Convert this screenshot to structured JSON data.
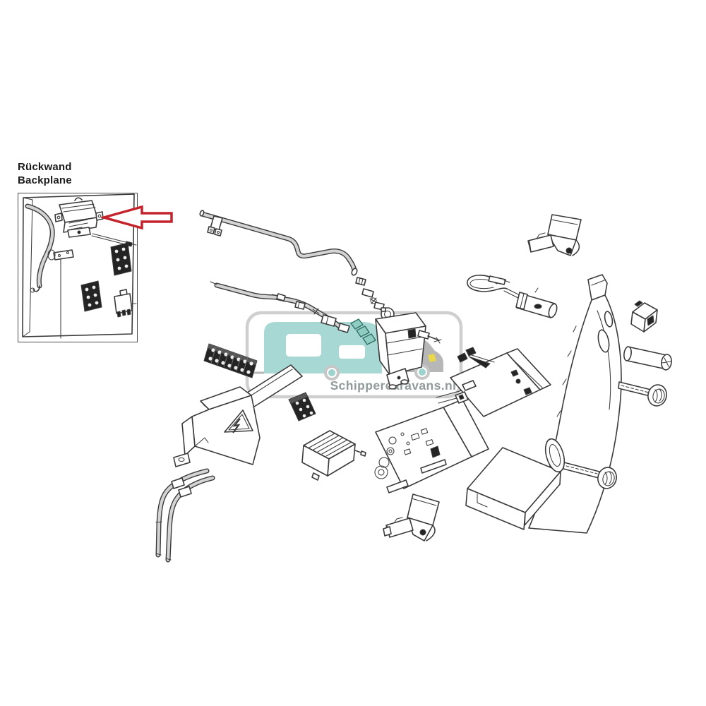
{
  "header": {
    "label_line1": "Rückwand",
    "label_line2": "Backplane"
  },
  "watermark": {
    "text": "Schippercaravans.nl"
  },
  "colors": {
    "background": "#ffffff",
    "line_art": "#3b3b3b",
    "arrow_red": "#c4232b",
    "watermark_frame": "#cfcfcf",
    "watermark_teal": "#a8d8d3",
    "watermark_gray": "#b7b7b7",
    "watermark_text": "#919a9a",
    "window_yellow": "#e9d84b",
    "terminal_dark": "#1f1f1f"
  },
  "parts": {
    "inset": [
      "backplane-panel",
      "gas-pipe",
      "igniter-box",
      "pipe-bracket",
      "capillary-rod",
      "terminal-block-upper",
      "terminal-block-lower",
      "relay"
    ],
    "exploded": [
      "upper-gas-pipe",
      "pipe-clamp",
      "compression-fittings",
      "lower-gas-pipe",
      "gas-valve",
      "valve-clamp-ring",
      "thermocouple-needle",
      "mounting-plate",
      "retainer-clip-upper",
      "ignition-cable",
      "control-fascia",
      "fascia-tab",
      "housing-base-box",
      "switch-block",
      "spacer-sleeve",
      "screw-upper",
      "screw-lower",
      "grommet",
      "terminal-strip",
      "warning-cover",
      "warning-triangle-icon",
      "terminal-block-small",
      "relay-box",
      "circuit-board",
      "board-bracket",
      "retainer-clip-lower",
      "wire-pair"
    ]
  }
}
